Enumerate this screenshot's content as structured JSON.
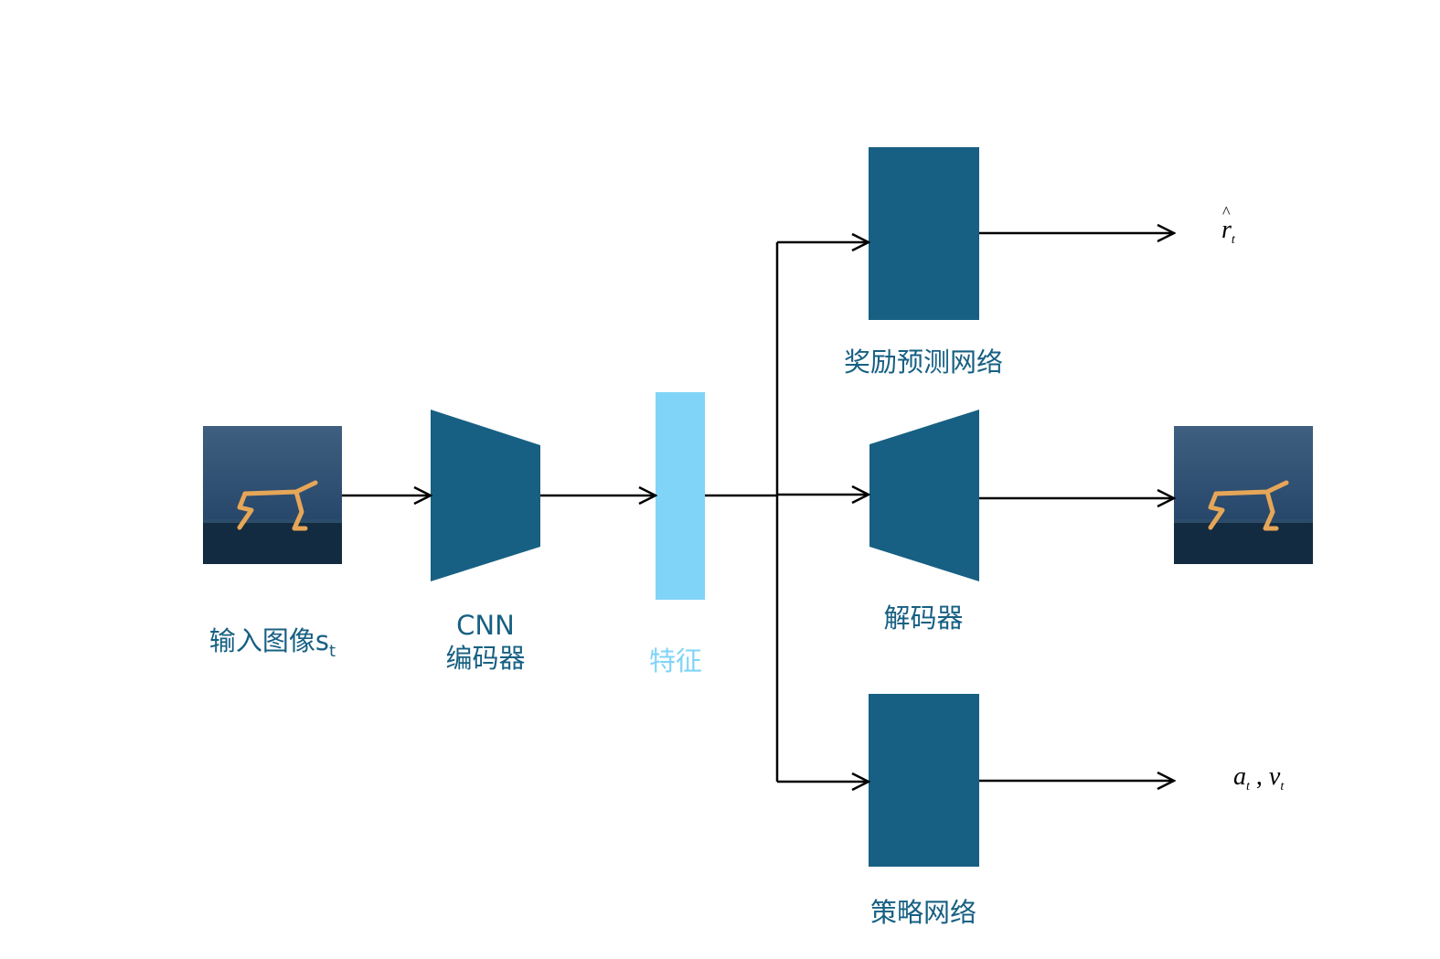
{
  "colors": {
    "block": "#176083",
    "feature": "#80d4f7",
    "label": "#176083",
    "feature_label": "#80d4f7",
    "arrow": "#000000"
  },
  "input": {
    "label": "输入图像",
    "sub": "t",
    "s": "s",
    "image_icon": "cheetah-robot-image"
  },
  "encoder": {
    "line1": "CNN",
    "line2": "编码器"
  },
  "feature": {
    "label": "特征"
  },
  "reward_net": {
    "label": "奖励预测网络",
    "output_main": "r",
    "output_sub": "t"
  },
  "decoder": {
    "label": "解码器",
    "output_image_icon": "cheetah-robot-image"
  },
  "policy_net": {
    "label": "策略网络",
    "output_a": "a",
    "output_a_sub": "t",
    "output_sep": " , ",
    "output_v": "v",
    "output_v_sub": "t"
  }
}
